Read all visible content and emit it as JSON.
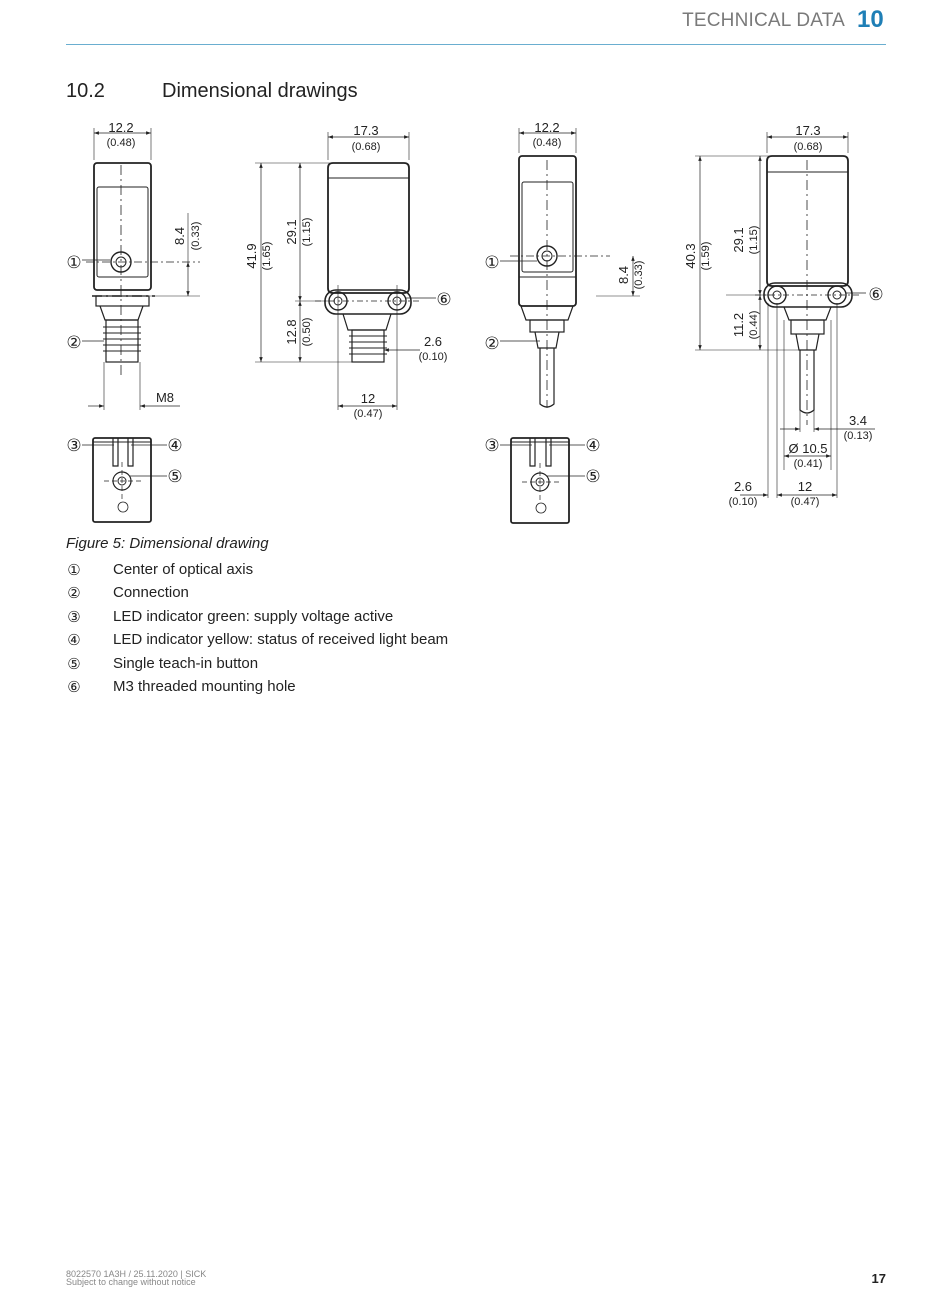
{
  "header": {
    "chapter_title": "TECHNICAL DATA",
    "chapter_number": "10"
  },
  "section": {
    "number": "10.2",
    "title": "Dimensional drawings"
  },
  "drawing": {
    "markers": [
      "①",
      "②",
      "③",
      "④",
      "⑤",
      "⑥"
    ],
    "d1": {
      "w": "12.2",
      "w_in": "(0.48)",
      "h": "8.4",
      "h_in": "(0.33)",
      "thread": "M8"
    },
    "d2": {
      "w": "17.3",
      "w_in": "(0.68)",
      "total": "41.9",
      "total_in": "(1.65)",
      "top": "29.1",
      "top_in": "(1.15)",
      "bottom": "12.8",
      "bottom_in": "(0.50)",
      "off": "2.6",
      "off_in": "(0.10)",
      "spacing": "12",
      "spacing_in": "(0.47)"
    },
    "d3": {
      "w": "12.2",
      "w_in": "(0.48)",
      "h": "8.4",
      "h_in": "(0.33)"
    },
    "d4": {
      "w": "17.3",
      "w_in": "(0.68)",
      "total": "40.3",
      "total_in": "(1.59)",
      "top": "29.1",
      "top_in": "(1.15)",
      "bottom": "11.2",
      "bottom_in": "(0.44)",
      "cable": "3.4",
      "cable_in": "(0.13)",
      "dia": "Ø 10.5",
      "dia_in": "(0.41)",
      "off": "2.6",
      "off_in": "(0.10)",
      "spacing": "12",
      "spacing_in": "(0.47)"
    }
  },
  "figure_caption": "Figure 5: Dimensional drawing",
  "legend": [
    {
      "marker": "①",
      "text": "Center of optical axis"
    },
    {
      "marker": "②",
      "text": "Connection"
    },
    {
      "marker": "③",
      "text": "LED indicator green: supply voltage active"
    },
    {
      "marker": "④",
      "text": "LED indicator yellow: status of received light beam"
    },
    {
      "marker": "⑤",
      "text": "Single teach-in button"
    },
    {
      "marker": "⑥",
      "text": "M3 threaded mounting hole"
    }
  ],
  "footer": {
    "doc_ref": "8022570 1A3H / 25.11.2020 | SICK",
    "notice": "Subject to change without notice",
    "page": "17"
  }
}
